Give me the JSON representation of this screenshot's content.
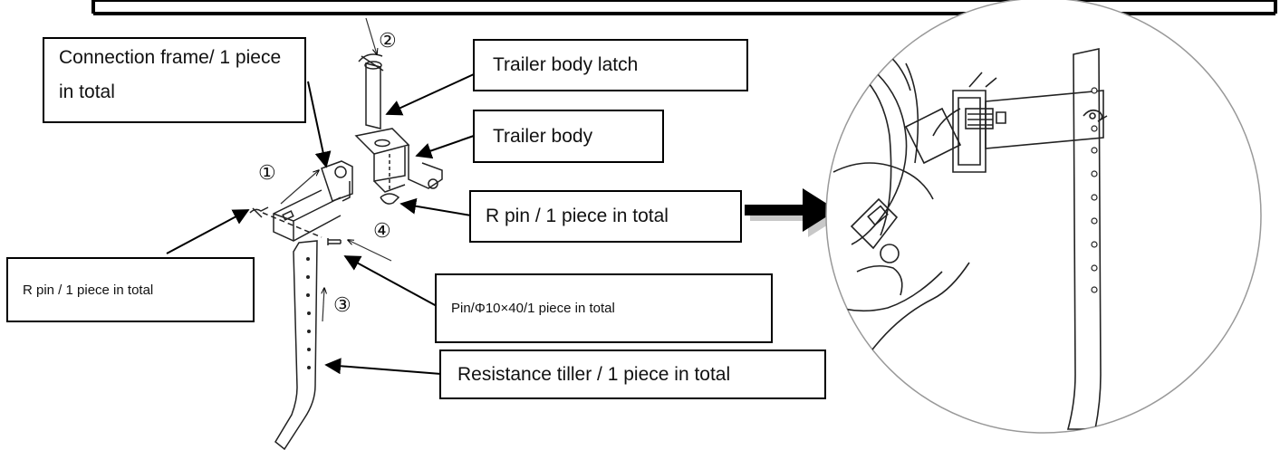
{
  "labels": {
    "connection_frame": "Connection frame/ 1 piece in total",
    "trailer_body_latch": "Trailer body latch",
    "trailer_body": "Trailer body",
    "r_pin_right": "R pin / 1 piece in total",
    "r_pin_left": "R pin / 1 piece in total",
    "pin": "Pin/Φ10×40/1 piece in total",
    "resistance_tiller": "Resistance tiller / 1 piece in total"
  },
  "step_numbers": [
    "①",
    "②",
    "③",
    "④"
  ],
  "colors": {
    "line": "#000000",
    "arrow_fill": "#000000",
    "arrow_shadow": "#c8c8c8"
  },
  "icons": {
    "direction_arrow": "right-arrow-icon"
  }
}
